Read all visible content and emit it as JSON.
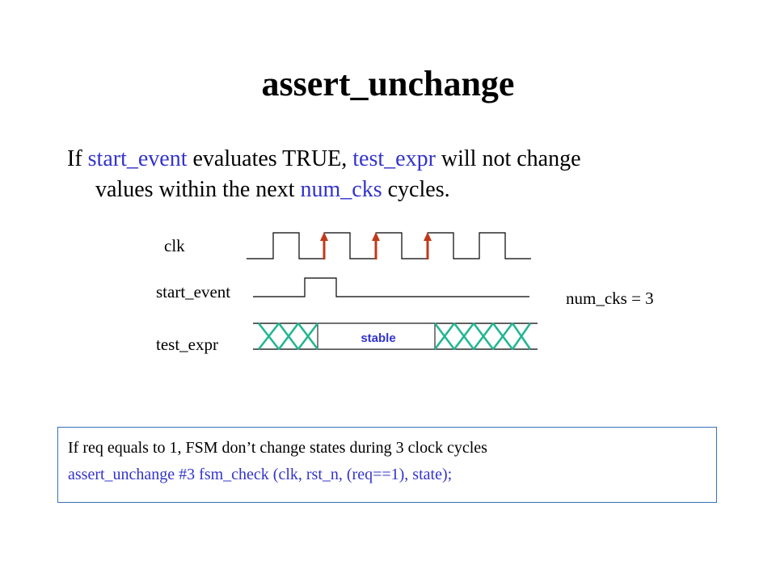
{
  "title": "assert_unchange",
  "description": {
    "w1": "If ",
    "k1": "start_event",
    "w2": " evaluates TRUE, ",
    "k2": "test_expr",
    "w3": " will not change",
    "w4": "values within the next ",
    "k3": "num_cks",
    "w5": " cycles."
  },
  "waveform": {
    "clk_label": "clk",
    "start_event_label": "start_event",
    "test_expr_label": "test_expr",
    "stable_label": "stable",
    "num_cks_label": "num_cks = 3"
  },
  "example": {
    "line1": "If req equals to 1, FSM don’t change states during 3 clock cycles",
    "line2": "assert_unchange #3 fsm_check (clk, rst_n, (req==1), state);"
  },
  "colors": {
    "keyword": "#3333cc",
    "arrow": "#c0391b",
    "crosshatch": "#20b690",
    "border": "#3a6fb8"
  }
}
